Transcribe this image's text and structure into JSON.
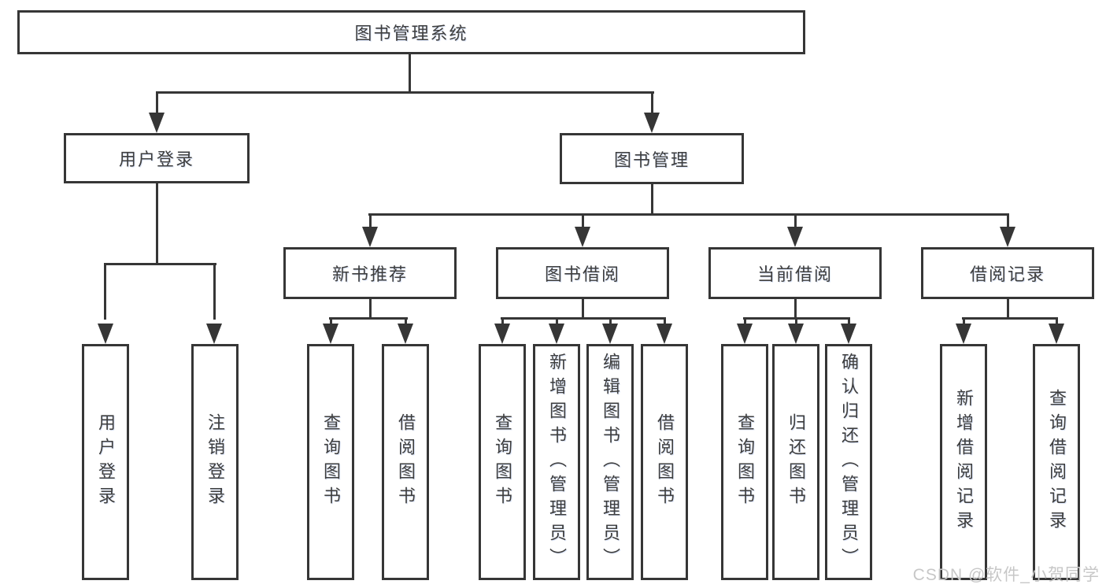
{
  "tree": {
    "root": {
      "label": "图书管理系统"
    },
    "level2": [
      {
        "label": "用户登录",
        "children": [
          "用户登录",
          "注销登录"
        ]
      },
      {
        "label": "图书管理"
      }
    ],
    "level3": [
      {
        "label": "新书推荐",
        "children": [
          "查询图书",
          "借阅图书"
        ]
      },
      {
        "label": "图书借阅",
        "children": [
          "查询图书",
          "新增图书（管理员）",
          "编辑图书（管理员）",
          "借阅图书"
        ]
      },
      {
        "label": "当前借阅",
        "children": [
          "查询图书",
          "归还图书",
          "确认归还（管理员）"
        ]
      },
      {
        "label": "借阅记录",
        "children": [
          "新增借阅记录",
          "查询借阅记录"
        ]
      }
    ]
  },
  "watermark": "CSDN @软件_小贺同学",
  "colors": {
    "line": "#363636",
    "text": "#3e3e3e",
    "watermark": "#c7c7c7",
    "background": "#ffffff"
  }
}
